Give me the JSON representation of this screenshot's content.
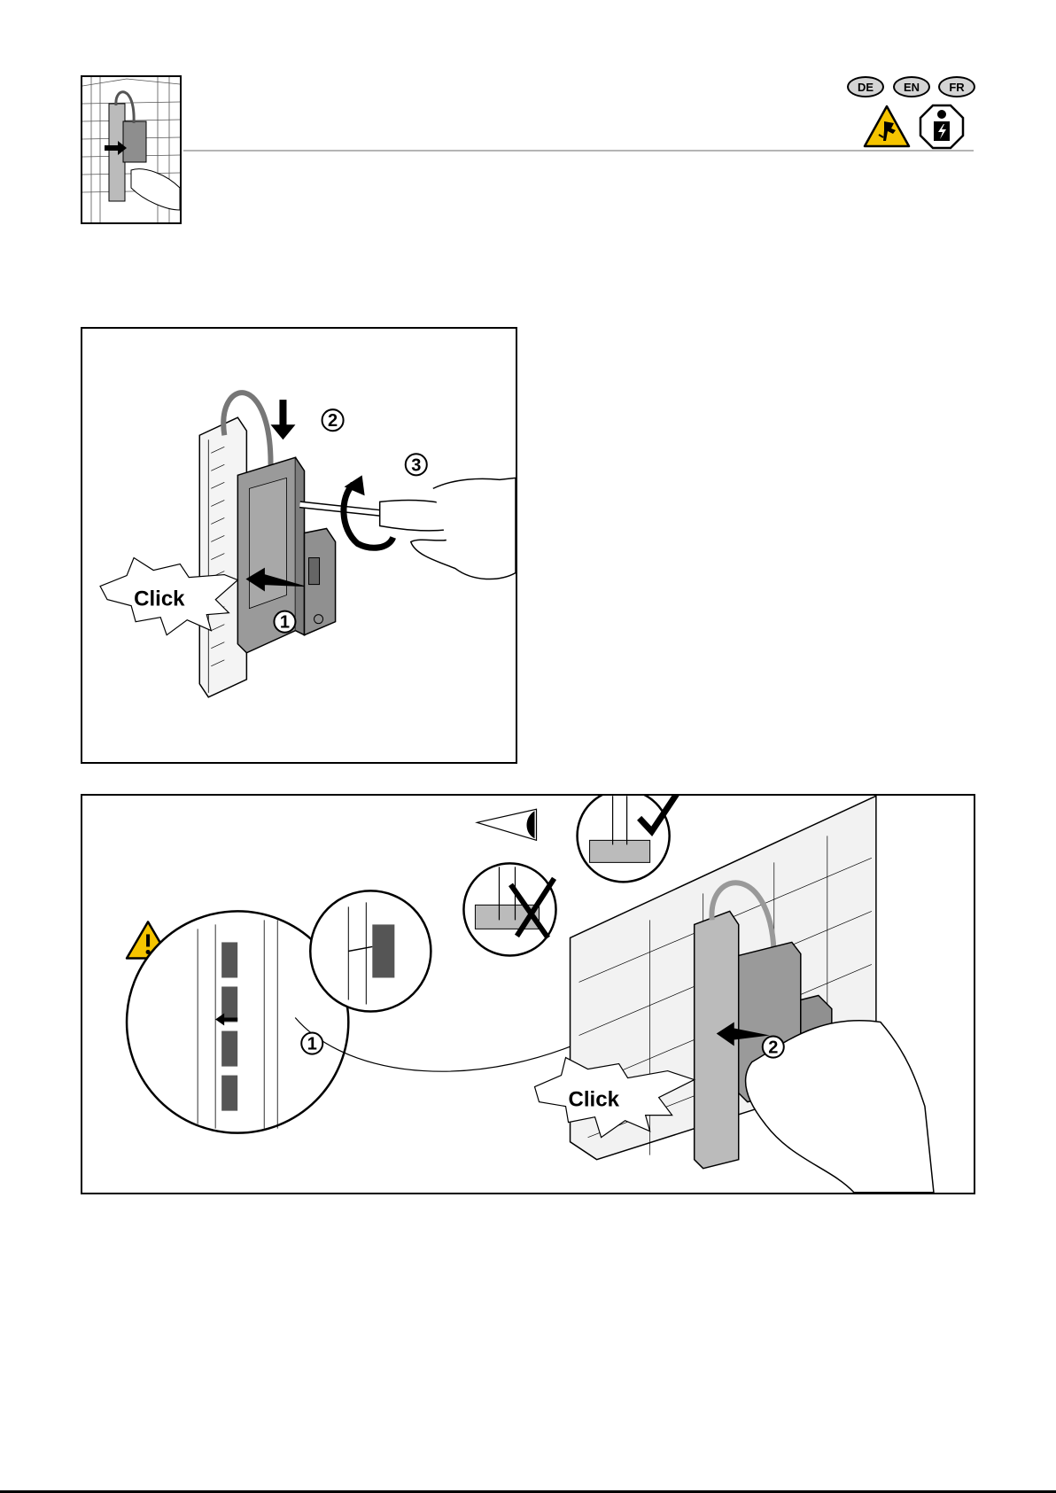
{
  "header": {
    "languages": [
      {
        "code": "DE"
      },
      {
        "code": "EN"
      },
      {
        "code": "FR"
      }
    ],
    "safety_icons": [
      "hand-hazard-warning-icon",
      "electrician-only-icon"
    ]
  },
  "step1": {
    "click_label": "Click",
    "markers": [
      "1",
      "2",
      "3"
    ]
  },
  "step2": {
    "click_label": "Click",
    "markers": [
      "1",
      "2"
    ]
  },
  "colors": {
    "device_gray": "#9a9a9a",
    "warning_yellow": "#f5c400",
    "lang_badge_fill": "#d4d4d4"
  }
}
